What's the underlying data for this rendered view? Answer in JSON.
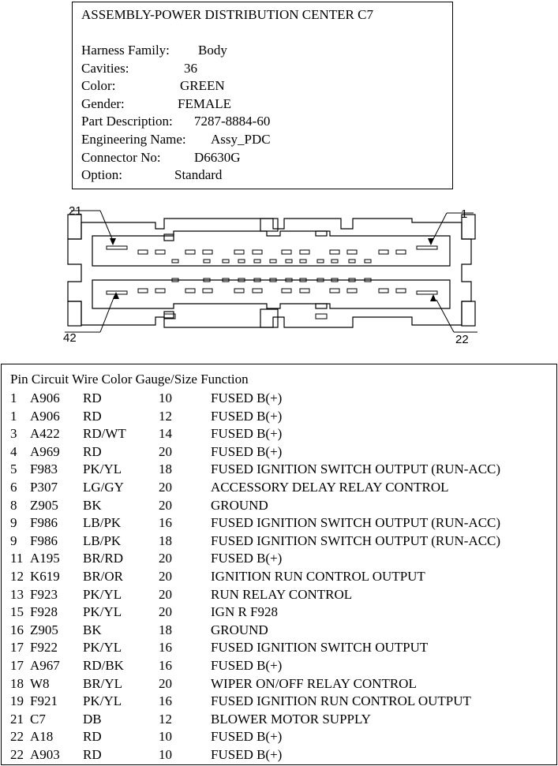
{
  "connector": {
    "title": "ASSEMBLY-POWER DISTRIBUTION CENTER C7",
    "fields": [
      {
        "label": "Harness Family:",
        "value": "Body"
      },
      {
        "label": "Cavities:",
        "value": "36"
      },
      {
        "label": "Color:",
        "value": "GREEN"
      },
      {
        "label": "Gender:",
        "value": "FEMALE"
      },
      {
        "label": "Part Description:",
        "value": "7287-8884-60"
      },
      {
        "label": "Engineering Name:",
        "value": "Assy_PDC"
      },
      {
        "label": "Connector No:",
        "value": "D6630G"
      },
      {
        "label": "Option:",
        "value": "Standard"
      }
    ]
  },
  "diagram": {
    "pin_labels": [
      "21",
      "1",
      "42",
      "22"
    ]
  },
  "pin_table": {
    "header": "Pin Circuit  Wire Color  Gauge/Size  Function",
    "rows": [
      {
        "pin": "1",
        "circuit": "A906",
        "color": "RD",
        "gauge": "10",
        "function": "FUSED B(+)"
      },
      {
        "pin": "1",
        "circuit": "A906",
        "color": "RD",
        "gauge": "12",
        "function": "FUSED B(+)"
      },
      {
        "pin": "3",
        "circuit": "A422",
        "color": "RD/WT",
        "gauge": "14",
        "function": "FUSED B(+)"
      },
      {
        "pin": "4",
        "circuit": "A969",
        "color": "RD",
        "gauge": "20",
        "function": "FUSED B(+)"
      },
      {
        "pin": "5",
        "circuit": "F983",
        "color": "PK/YL",
        "gauge": "18",
        "function": "FUSED IGNITION SWITCH OUTPUT (RUN-ACC)"
      },
      {
        "pin": "6",
        "circuit": "P307",
        "color": "LG/GY",
        "gauge": "20",
        "function": "ACCESSORY DELAY RELAY CONTROL"
      },
      {
        "pin": "8",
        "circuit": "Z905",
        "color": "BK",
        "gauge": "20",
        "function": "GROUND"
      },
      {
        "pin": "9",
        "circuit": "F986",
        "color": "LB/PK",
        "gauge": "16",
        "function": "FUSED IGNITION SWITCH OUTPUT (RUN-ACC)"
      },
      {
        "pin": "9",
        "circuit": "F986",
        "color": "LB/PK",
        "gauge": "18",
        "function": "FUSED IGNITION SWITCH OUTPUT (RUN-ACC)"
      },
      {
        "pin": "11",
        "circuit": "A195",
        "color": "BR/RD",
        "gauge": "20",
        "function": "FUSED B(+)"
      },
      {
        "pin": "12",
        "circuit": "K619",
        "color": "BR/OR",
        "gauge": "20",
        "function": "IGNITION RUN CONTROL OUTPUT"
      },
      {
        "pin": "13",
        "circuit": "F923",
        "color": "PK/YL",
        "gauge": "20",
        "function": "RUN RELAY CONTROL"
      },
      {
        "pin": "15",
        "circuit": "F928",
        "color": "PK/YL",
        "gauge": "20",
        "function": "IGN R F928"
      },
      {
        "pin": "16",
        "circuit": "Z905",
        "color": "BK",
        "gauge": "18",
        "function": "GROUND"
      },
      {
        "pin": "17",
        "circuit": "F922",
        "color": "PK/YL",
        "gauge": "16",
        "function": "FUSED IGNITION SWITCH OUTPUT"
      },
      {
        "pin": "17",
        "circuit": "A967",
        "color": "RD/BK",
        "gauge": "16",
        "function": "FUSED B(+)"
      },
      {
        "pin": "18",
        "circuit": "W8",
        "color": "BR/YL",
        "gauge": "20",
        "function": "WIPER ON/OFF RELAY CONTROL"
      },
      {
        "pin": "19",
        "circuit": "F921",
        "color": "PK/YL",
        "gauge": "16",
        "function": "FUSED IGNITION RUN CONTROL OUTPUT"
      },
      {
        "pin": "21",
        "circuit": "C7",
        "color": "DB",
        "gauge": "12",
        "function": "BLOWER MOTOR SUPPLY"
      },
      {
        "pin": "22",
        "circuit": "A18",
        "color": "RD",
        "gauge": "10",
        "function": "FUSED B(+)"
      },
      {
        "pin": "22",
        "circuit": "A903",
        "color": "RD",
        "gauge": "10",
        "function": "FUSED B(+)"
      }
    ]
  }
}
